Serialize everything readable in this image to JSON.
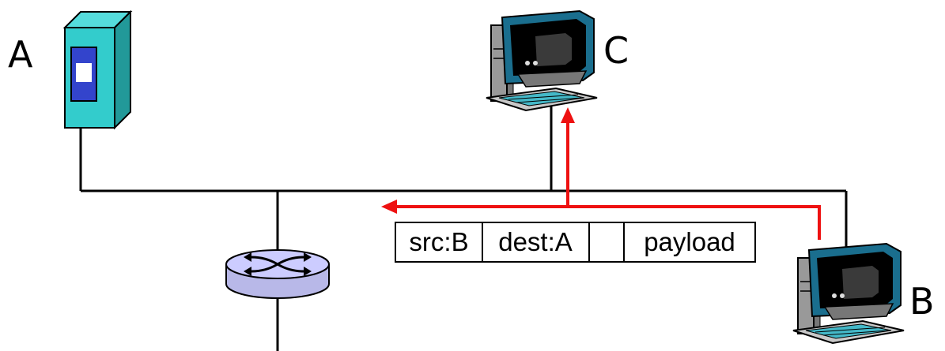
{
  "nodes": {
    "a": {
      "label": "A"
    },
    "b": {
      "label": "B"
    },
    "c": {
      "label": "C"
    }
  },
  "frame": {
    "fields": [
      "src:B",
      "dest:A",
      "",
      "payload"
    ]
  },
  "colors": {
    "signal": "#ee1111",
    "server_front": "#33cccc",
    "server_side": "#229999",
    "server_window": "#3344cc",
    "router": "#ccccff"
  },
  "icons": {
    "server": "server-icon",
    "computer": "computer-icon",
    "router": "router-icon"
  }
}
